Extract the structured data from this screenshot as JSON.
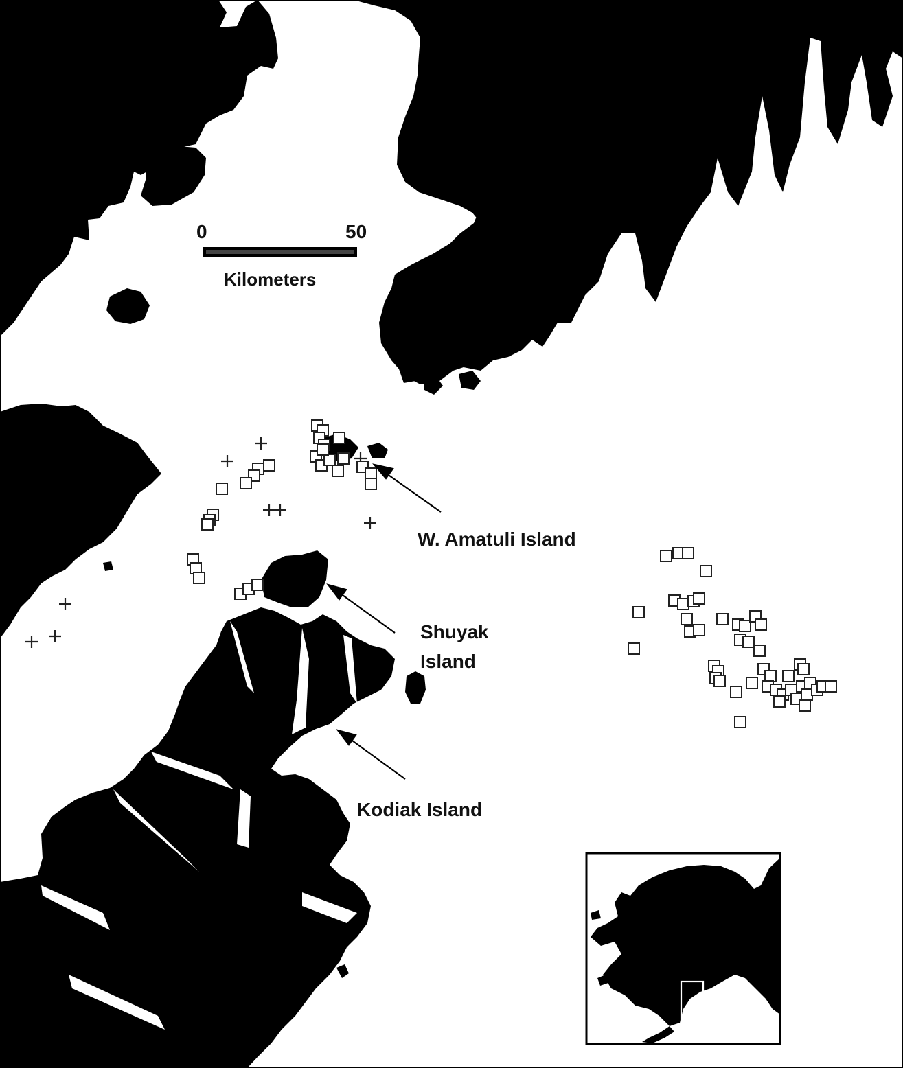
{
  "colors": {
    "land": "#000000",
    "water": "#ffffff",
    "marker": "#222222"
  },
  "scale_bar": {
    "min_label": "0",
    "max_label": "50",
    "unit_label": "Kilometers"
  },
  "labels": {
    "amatuli": "W. Amatuli Island",
    "shuyak_line1": "Shuyak",
    "shuyak_line2": "Island",
    "kodiak": "Kodiak Island"
  },
  "legend_symbols": [
    "square-marker",
    "plus-marker"
  ],
  "inset": {
    "description_icon": "alaska-locator-icon"
  }
}
